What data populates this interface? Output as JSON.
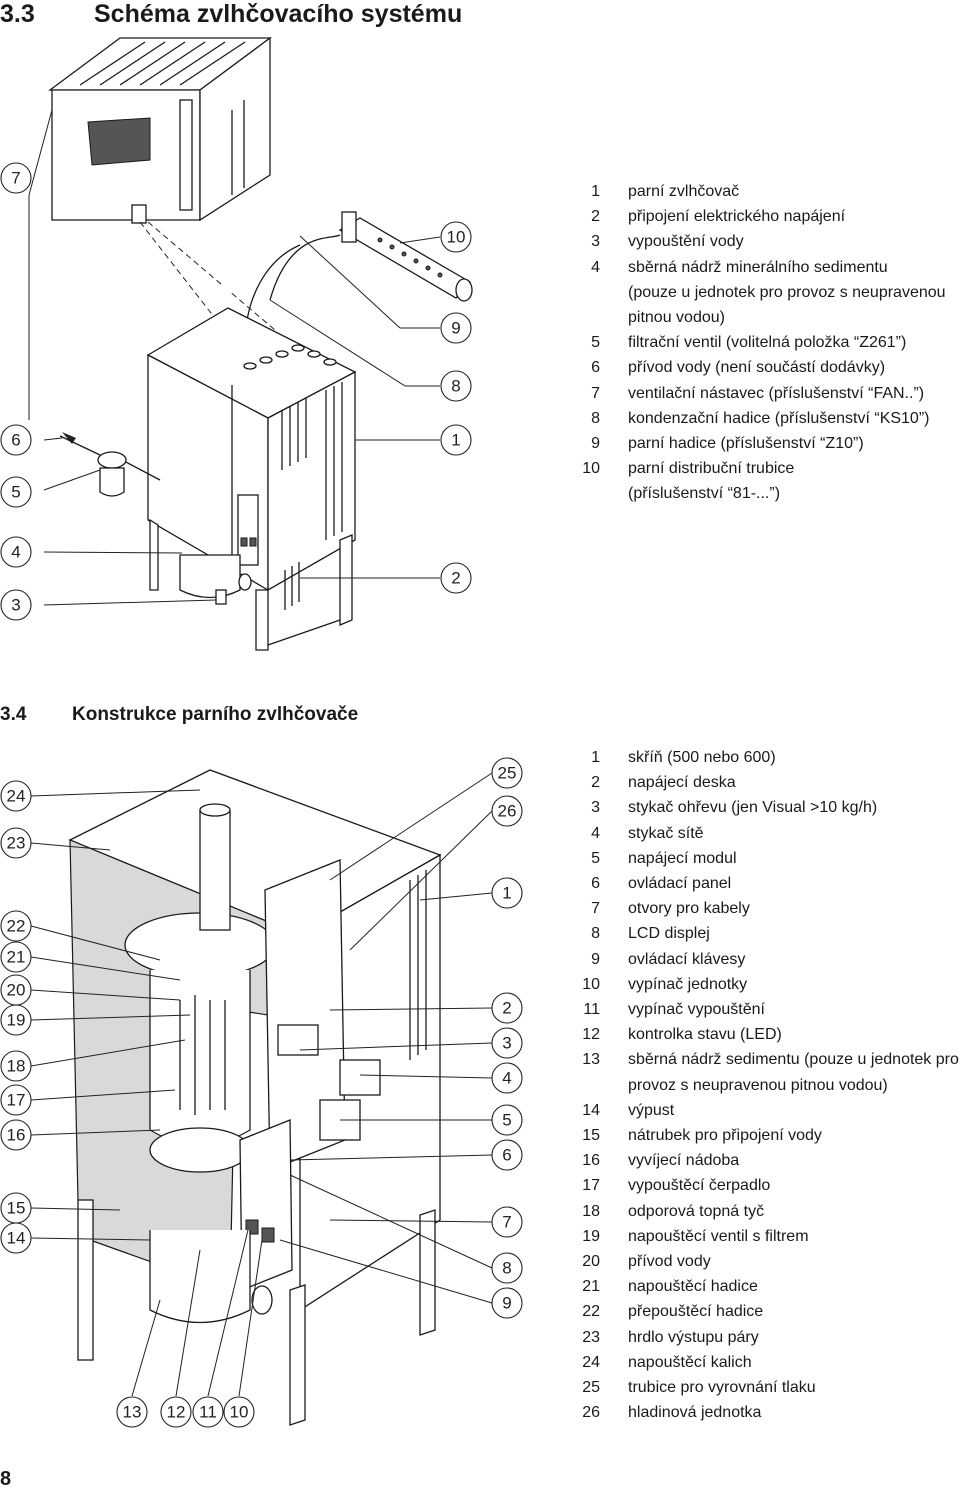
{
  "section1": {
    "number": "3.3",
    "title": "Schéma zvlhčovacího systému"
  },
  "section2": {
    "number": "3.4",
    "title": "Konstrukce parního zvlhčovače"
  },
  "legend1": [
    {
      "n": "1",
      "text": "parní zvlhčovač"
    },
    {
      "n": "2",
      "text": "připojení elektrického napájení"
    },
    {
      "n": "3",
      "text": "vypouštění vody"
    },
    {
      "n": "4",
      "text": "sběrná nádrž minerálního sedimentu"
    },
    {
      "n": "",
      "text": "(pouze u jednotek pro provoz s neupravenou"
    },
    {
      "n": "",
      "text": "pitnou vodou)"
    },
    {
      "n": "5",
      "text": "filtrační ventil (volitelná položka “Z261”)"
    },
    {
      "n": "6",
      "text": "přívod vody (není součástí dodávky)"
    },
    {
      "n": "7",
      "text": "ventilační nástavec (příslušenství “FAN..”)"
    },
    {
      "n": "8",
      "text": "kondenzační hadice (příslušenství “KS10”)"
    },
    {
      "n": "9",
      "text": "parní hadice (příslušenství “Z10”)"
    },
    {
      "n": "10",
      "text": "parní distribuční trubice"
    },
    {
      "n": "",
      "text": "(příslušenství “81-...”)"
    }
  ],
  "legend2": [
    {
      "n": "1",
      "text": "skříň (500 nebo 600)"
    },
    {
      "n": "2",
      "text": "napájecí deska"
    },
    {
      "n": "3",
      "text": "stykač ohřevu (jen Visual >10 kg/h)"
    },
    {
      "n": "4",
      "text": "stykač sítě"
    },
    {
      "n": "5",
      "text": "napájecí modul"
    },
    {
      "n": "6",
      "text": "ovládací panel"
    },
    {
      "n": "7",
      "text": "otvory pro kabely"
    },
    {
      "n": "8",
      "text": "LCD displej"
    },
    {
      "n": "9",
      "text": "ovládací klávesy"
    },
    {
      "n": "10",
      "text": "vypínač jednotky"
    },
    {
      "n": "11",
      "text": "vypínač vypouštění"
    },
    {
      "n": "12",
      "text": "kontrolka stavu (LED)"
    },
    {
      "n": "13",
      "text": "sběrná nádrž sedimentu (pouze u jednotek pro"
    },
    {
      "n": "",
      "text": "provoz s neupravenou pitnou vodou)"
    },
    {
      "n": "14",
      "text": "výpust"
    },
    {
      "n": "15",
      "text": "nátrubek pro připojení vody"
    },
    {
      "n": "16",
      "text": "vyvíjecí nádoba"
    },
    {
      "n": "17",
      "text": "vypouštěcí čerpadlo"
    },
    {
      "n": "18",
      "text": "odporová topná tyč"
    },
    {
      "n": "19",
      "text": "napouštěcí ventil s filtrem"
    },
    {
      "n": "20",
      "text": "přívod vody"
    },
    {
      "n": "21",
      "text": "napouštěcí hadice"
    },
    {
      "n": "22",
      "text": "přepouštěcí hadice"
    },
    {
      "n": "23",
      "text": "hrdlo výstupu páry"
    },
    {
      "n": "24",
      "text": "napouštěcí kalich"
    },
    {
      "n": "25",
      "text": "trubice pro vyrovnání tlaku"
    },
    {
      "n": "26",
      "text": "hladinová jednotka"
    }
  ],
  "callouts1": [
    "7",
    "6",
    "5",
    "4",
    "3",
    "10",
    "9",
    "8",
    "1",
    "2"
  ],
  "callouts2": [
    "24",
    "23",
    "22",
    "21",
    "20",
    "19",
    "18",
    "17",
    "16",
    "15",
    "14",
    "25",
    "26",
    "1",
    "2",
    "3",
    "4",
    "5",
    "6",
    "7",
    "8",
    "9",
    "13",
    "12",
    "11",
    "10"
  ],
  "page_number": "8"
}
